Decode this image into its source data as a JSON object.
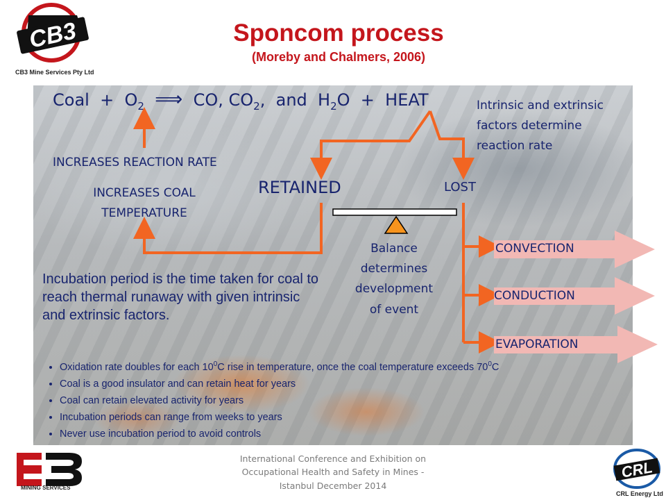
{
  "slide": {
    "title": "Sponcom process",
    "subtitle": "(Moreby and Chalmers, 2006)"
  },
  "logos": {
    "top_left": {
      "text": "CB3",
      "caption": "CB3 Mine Services Pty Ltd",
      "icon": "cb3-logo-icon"
    },
    "bottom_left": {
      "caption": "MINING SERVICES",
      "icon": "e3-mining-services-logo-icon"
    },
    "bottom_right": {
      "text": "CRL",
      "caption": "CRL Energy Ltd",
      "icon": "crl-logo-icon"
    }
  },
  "equation": {
    "coal": "Coal",
    "plus1": "+",
    "o": "O",
    "o_sub": "2",
    "arrow": "⟹",
    "co": "CO,",
    "co2": "CO",
    "co2_sub": "2",
    "comma": ",",
    "and": "and",
    "h": "H",
    "h_sub": "2",
    "o_after_h": "O",
    "plus2": "+",
    "heat": "HEAT"
  },
  "diagram": {
    "increases_reaction_rate": "INCREASES REACTION RATE",
    "increases_coal_temperature_1": "INCREASES COAL",
    "increases_coal_temperature_2": "TEMPERATURE",
    "retained": "RETAINED",
    "lost": "LOST",
    "factors": [
      "Intrinsic and extrinsic",
      "factors determine",
      "reaction rate"
    ],
    "balance": [
      "Balance",
      "determines",
      "development",
      "of event"
    ],
    "convection": "CONVECTION",
    "conduction": "CONDUCTION",
    "evaporation": "EVAPORATION",
    "incubation": "Incubation period is the time taken for coal to reach thermal runaway with given intrinsic and extrinsic factors."
  },
  "bullets": [
    {
      "a": "Oxidation rate doubles for each 10",
      "sup": "0",
      "b": "C rise in temperature, once the coal temperature exceeds 70",
      "sup2": "0",
      "c": "C"
    },
    {
      "a": "Coal is a good insulator and can retain heat for years"
    },
    {
      "a": "Coal can retain elevated activity for years"
    },
    {
      "a": "Incubation periods can range from weeks to years"
    },
    {
      "a": "Never use incubation period to avoid controls"
    }
  ],
  "footer": [
    "International Conference and Exhibition on",
    "Occupational Health and Safety in Mines -",
    "Istanbul December 2014"
  ],
  "colors": {
    "title_red": "#c4161c",
    "text_navy": "#18246e",
    "arrow_orange": "#f26522",
    "fulcrum_orange": "#f7941d",
    "pink_arrow": "#f2b8b4"
  }
}
